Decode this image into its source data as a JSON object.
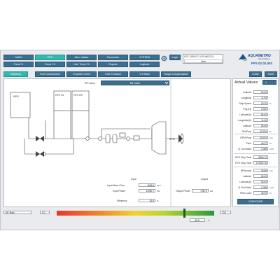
{
  "nav": {
    "row1": [
      "MAIN",
      "EPS",
      "Man. Values",
      "Parameter",
      "SYSTEM"
    ],
    "row2": [
      "Trend Yr",
      "Trend Y-0",
      "Hist. Trend Y1",
      "Reports",
      "Logbook"
    ],
    "login": "Login"
  },
  "status": {
    "datetime": "UTC: 2020-07-14 23:45:22.31",
    "user": "User"
  },
  "brand": {
    "name": "AQUAMETRO",
    "tagline": "Oil & Marine",
    "version": "FPS 02.02.003"
  },
  "header_buttons": {
    "load": "LOAD",
    "save": "SAVE"
  },
  "subtabs": [
    "Efficiency",
    "Fuel Consumption",
    "Propeller Curve",
    "CO2 Emission",
    "V-S Main",
    "Torque Compensation"
  ],
  "kpi": {
    "label": "KPI name",
    "selected": "Eff. Main"
  },
  "diagram": {
    "tanks": [
      "MDO",
      "HFO LS",
      "HFO HS"
    ],
    "rpm_label": "RPM"
  },
  "input_section": {
    "title": "Input",
    "rows": [
      {
        "label": "Input Mass Flow",
        "value": "1656.5",
        "unit": "kg/h"
      },
      {
        "label": "Input Power",
        "value": "12050.7",
        "unit": "kW"
      },
      {
        "label": "Efficiency",
        "value": "62.8",
        "unit": "%"
      }
    ]
  },
  "output_section": {
    "title": "Output",
    "rows": [
      {
        "label": "Output Power",
        "value": "7567.5",
        "unit": "kW"
      }
    ]
  },
  "actual": {
    "title": "Actual Values",
    "selector": "1",
    "group1": [
      {
        "label": "Latitude",
        "value": "54.63",
        "unit": "°"
      },
      {
        "label": "Longitude",
        "value": "11.94",
        "unit": "°"
      },
      {
        "label": "Ship Speed",
        "value": "20.20",
        "unit": "kn"
      },
      {
        "label": "Pdg (N)",
        "value": "0.000",
        "unit": "t"
      },
      {
        "label": "Latitude(A)",
        "value": "54.63",
        "unit": "°"
      },
      {
        "label": "Longitude(A)",
        "value": "11.94",
        "unit": "°"
      },
      {
        "label": "Latitude",
        "value": "54.63",
        "unit": "°"
      },
      {
        "label": "TestProp",
        "value": "29.754",
        "unit": "%"
      }
    ],
    "group2": [
      {
        "label": "RPM Prop",
        "value": "219.91",
        "unit": "1/m"
      },
      {
        "label": "Pitch",
        "value": "45.37",
        "unit": "%"
      },
      {
        "label": "Q Fuel Main",
        "value": "1.085",
        "unit": "m³/h"
      }
    ],
    "group3": [
      {
        "label": "HEO Ship Total",
        "value": "8896.74",
        "unit": "t"
      },
      {
        "label": "HFO Ship Total",
        "value": "107802.16",
        "unit": "t"
      }
    ],
    "group4": [
      {
        "label": "RPM prop",
        "value": "35.66",
        "unit": "1/m"
      },
      {
        "label": "Latitude",
        "value": "54.63",
        "unit": "°"
      },
      {
        "label": "Latitude(A)",
        "value": "54.63",
        "unit": "°"
      },
      {
        "label": "Q Fuel Main",
        "value": "1.085",
        "unit": "m³/h"
      },
      {
        "label": "Pitch Load",
        "value": "45.93",
        "unit": "%"
      }
    ],
    "config_button": "CONFIGURE"
  },
  "bottom": {
    "kpi_name": "Eff. Main",
    "min": "0.0",
    "max": "70.0",
    "current": "56.8",
    "unit": "%",
    "level": 0.811
  }
}
